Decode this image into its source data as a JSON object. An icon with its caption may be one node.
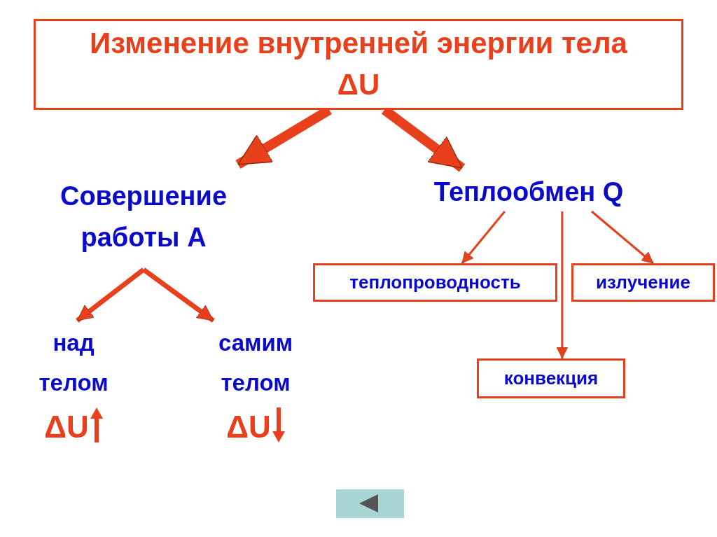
{
  "diagram": {
    "nodes": [
      {
        "text": [
          "Изменение внутренней энергии тела ΔU"
        ]
      },
      {
        "text": [
          "Совершение работы А"
        ]
      },
      {
        "text": [
          "Теплообмен Q"
        ]
      },
      {
        "text": [
          "над телом"
        ],
        "beside": [
          "ΔU"
        ]
      },
      {
        "text": [
          "самим телом"
        ],
        "beside": [
          "ΔU"
        ]
      },
      {
        "text": [
          "теплопроводность"
        ]
      },
      {
        "text": [
          "излучение"
        ]
      },
      {
        "text": [
          "конвекция"
        ]
      }
    ],
    "edges": [
      {
        "from": 0,
        "to": 1,
        "arrow": "to",
        "style": "thick"
      },
      {
        "from": 0,
        "to": 2,
        "arrow": "to",
        "style": "thick"
      },
      {
        "from": 1,
        "to": 3,
        "arrow": "to"
      },
      {
        "from": 1,
        "to": 4,
        "arrow": "to"
      },
      {
        "from": 2,
        "to": 5,
        "arrow": "to"
      },
      {
        "from": 2,
        "to": 6,
        "arrow": "to"
      },
      {
        "from": 2,
        "to": 7,
        "arrow": "to"
      }
    ]
  }
}
